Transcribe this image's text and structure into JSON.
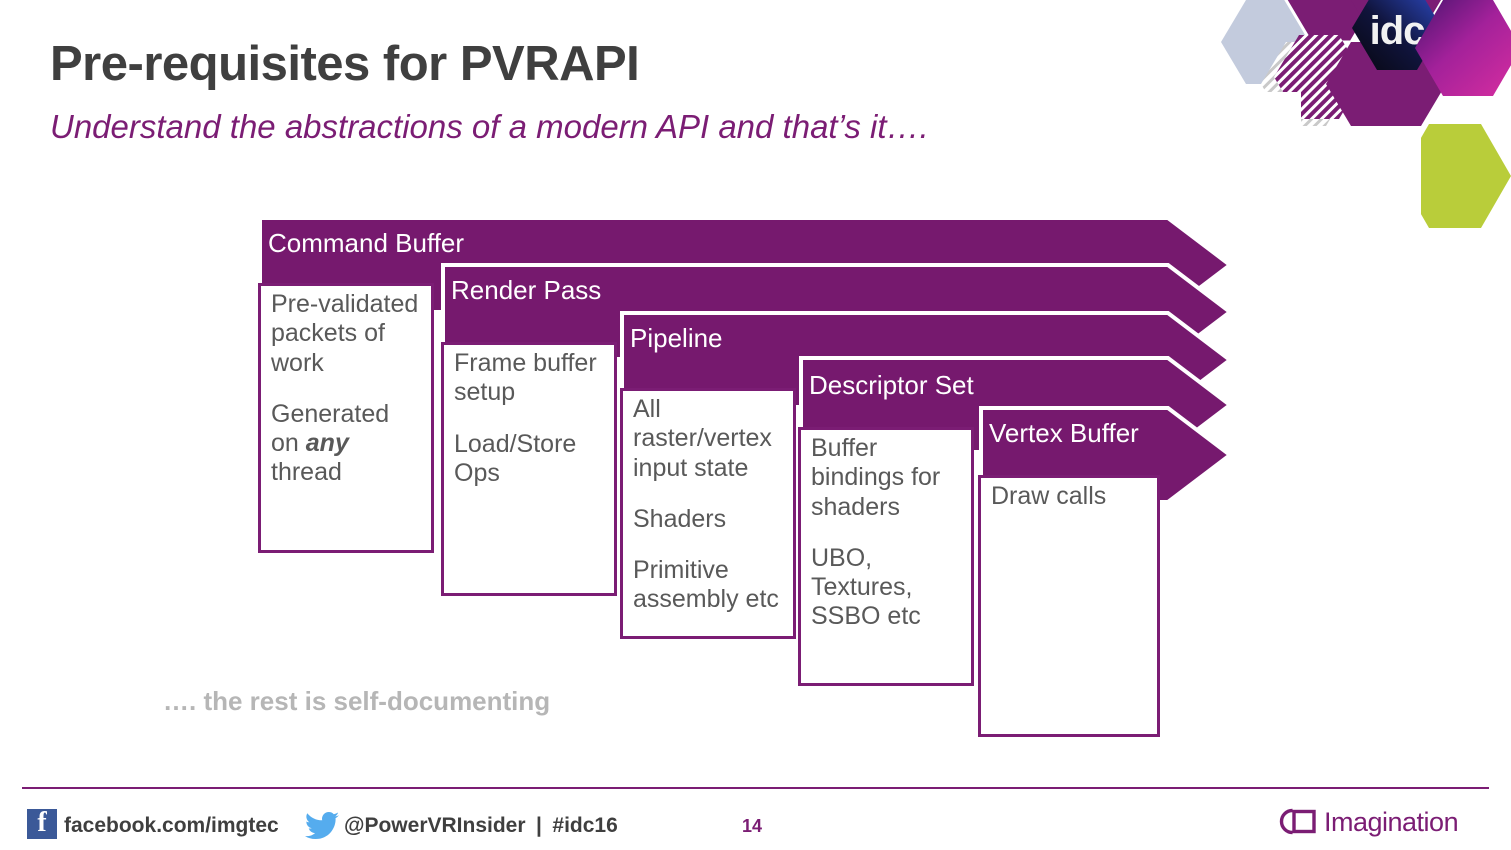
{
  "slide": {
    "title": "Pre-requisites for PVRAPI",
    "subtitle": "Understand the abstractions of a modern API and that’s it….",
    "note": "…. the rest is self-documenting",
    "page_number": "14"
  },
  "brand": {
    "logo_text": "idc",
    "company": "Imagination",
    "accent_purple": "#7b1d74",
    "band_purple": "#76196E",
    "title_gray": "#3f3f3f",
    "body_gray": "#595959",
    "note_gray": "#b6b6b6",
    "lime": "#b9cd3a",
    "steel": "#c3cbdd",
    "facebook_blue": "#3b5998",
    "twitter_blue": "#55acee"
  },
  "diagram": {
    "type": "chevron-stack",
    "stages": [
      {
        "label": "Command Buffer",
        "items": [
          "Pre-validated packets of work",
          "Generated on any thread"
        ],
        "emphasis": "any"
      },
      {
        "label": "Render Pass",
        "items": [
          "Frame buffer setup",
          "Load/Store Ops"
        ]
      },
      {
        "label": "Pipeline",
        "items": [
          "All raster/vertex input state",
          "Shaders",
          "Primitive assembly etc"
        ]
      },
      {
        "label": "Descriptor Set",
        "items": [
          "Buffer bindings for shaders",
          "UBO, Textures, SSBO etc"
        ]
      },
      {
        "label": "Vertex Buffer",
        "items": [
          "Draw calls"
        ]
      }
    ]
  },
  "footer": {
    "facebook": "facebook.com/imgtec",
    "twitter": "@PowerVRInsider | #idc16",
    "facebook_icon_glyph": "f"
  }
}
